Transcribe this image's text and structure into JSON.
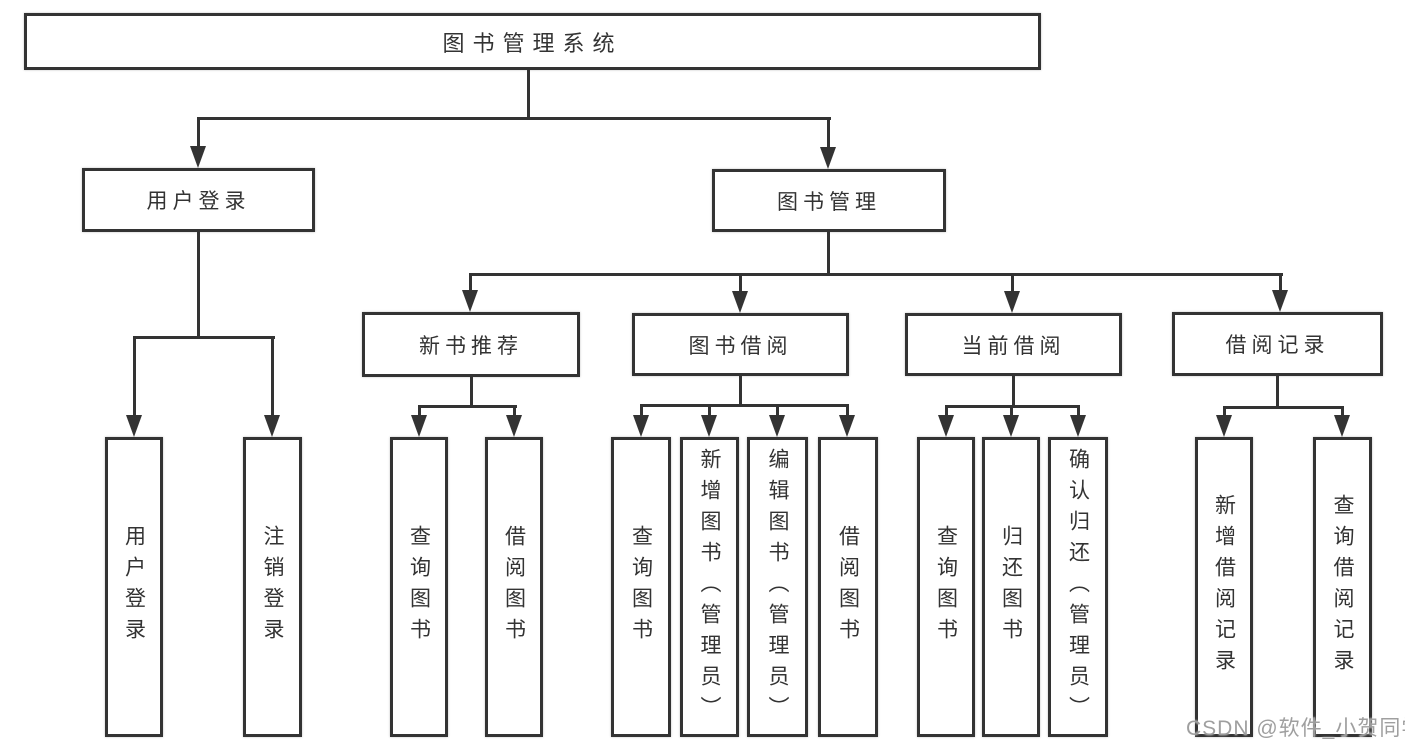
{
  "tree": {
    "root": "图书管理系统",
    "branches": [
      {
        "label": "用户登录",
        "children": [
          "用户登录",
          "注销登录"
        ]
      },
      {
        "label": "图书管理",
        "children": [
          {
            "label": "新书推荐",
            "children": [
              "查询图书",
              "借阅图书"
            ]
          },
          {
            "label": "图书借阅",
            "children": [
              "查询图书",
              "新增图书（管理员）",
              "编辑图书（管理员）",
              "借阅图书"
            ]
          },
          {
            "label": "当前借阅",
            "children": [
              "查询图书",
              "归还图书",
              "确认归还（管理员）"
            ]
          },
          {
            "label": "借阅记录",
            "children": [
              "新增借阅记录",
              "查询借阅记录"
            ]
          }
        ]
      }
    ]
  },
  "watermark": {
    "text": "CSDN @软件_小贺同学"
  },
  "colors": {
    "line": "#333333",
    "text": "#333333",
    "watermark": "#9a9a9a",
    "background": "#ffffff"
  }
}
